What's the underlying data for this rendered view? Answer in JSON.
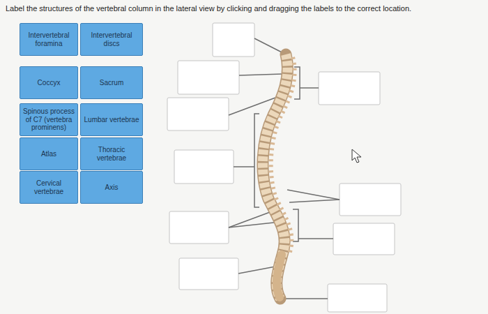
{
  "diagram": {
    "title": "Label the structures of the vertebral column in the lateral view by clicking and dragging the labels to the correct location.",
    "nodes": [
      {
        "text": [
          "Intervertebral foramina"
        ]
      },
      {
        "text": [
          "Intervertebral discs"
        ]
      },
      {
        "text": [
          "Coccyx"
        ]
      },
      {
        "text": [
          "Sacrum"
        ]
      },
      {
        "text": [
          "Spinous process of C7 (vertebra prominens)"
        ]
      },
      {
        "text": [
          "Lumbar vertebrae"
        ]
      },
      {
        "text": [
          "Atlas"
        ]
      },
      {
        "text": [
          "Thoracic vertebrae"
        ]
      },
      {
        "text": [
          "Cervical vertebrae"
        ]
      },
      {
        "text": [
          "Axis"
        ]
      }
    ]
  }
}
